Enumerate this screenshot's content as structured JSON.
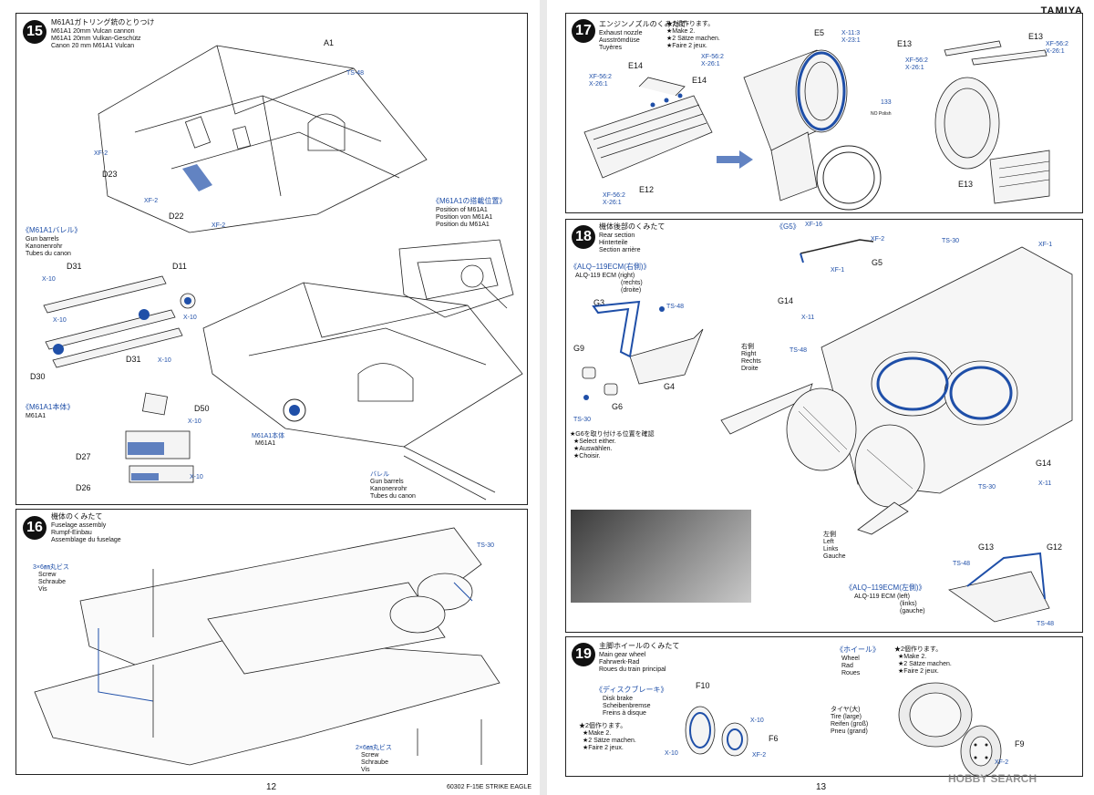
{
  "header": {
    "brand": "TAMIYA"
  },
  "footer": {
    "page_left": "12",
    "page_right": "13",
    "model_code": "60302 F-15E STRIKE EAGLE",
    "watermark": "HOBBY SEARCH"
  },
  "colors": {
    "paint_blue": "#1f4fa8",
    "frame": "#222222"
  },
  "step15": {
    "num": "15",
    "title": "M61A1ガトリング銃のとりつけ",
    "lines": [
      "M61A1 20mm Vulcan cannon",
      "M61A1 20mm Vulkan-Geschütz",
      "Canon 20 mm M61A1 Vulcan"
    ],
    "parts": [
      "A1",
      "D23",
      "D22"
    ],
    "paint": [
      "TS-48",
      "XF-2",
      "XF-2",
      "XF-2"
    ],
    "position_head": "《M61A1の搭載位置》",
    "position_lines": [
      "Position of M61A1",
      "Position von M61A1",
      "Position du M61A1"
    ],
    "barrel_head": "《M61A1バレル》",
    "barrel_lines": [
      "Gun barrels",
      "Kanonenrohr",
      "Tubes du canon"
    ],
    "barrel_parts": [
      "D31",
      "D11",
      "D31",
      "D30"
    ],
    "barrel_paint": [
      "X-10",
      "X-10",
      "X-10",
      "X-10"
    ],
    "body_head": "《M61A1本体》",
    "body_lines": [
      "M61A1"
    ],
    "body_parts": [
      "D50",
      "D27",
      "D26"
    ],
    "body_paint": [
      "X-10",
      "X-10"
    ],
    "callout1_head": "M61A1本体",
    "callout1_lines": [
      "M61A1"
    ],
    "callout2_head": "バレル",
    "callout2_lines": [
      "Gun barrels",
      "Kanonenrohr",
      "Tubes du canon"
    ]
  },
  "step16": {
    "num": "16",
    "title": "機体のくみたて",
    "lines": [
      "Fuselage assembly",
      "Rumpf-Einbau",
      "Assemblage du fuselage"
    ],
    "screw_head": "3×6㎜丸ビス",
    "screw_lines": [
      "Screw",
      "Schraube",
      "Vis"
    ],
    "screw2_head": "2×6㎜丸ビス",
    "screw2_lines": [
      "Screw",
      "Schraube",
      "Vis"
    ],
    "paint": "TS-30"
  },
  "step17": {
    "num": "17",
    "title": "エンジンノズルのくみたて",
    "lines": [
      "Exhaust nozzle",
      "Ausströmdüse",
      "Tuyères"
    ],
    "make_head": "★2組作ります。",
    "make_lines": [
      "★Make 2.",
      "★2 Sätze machen.",
      "★Faire 2 jeux."
    ],
    "parts": [
      "E14",
      "E14",
      "E12",
      "E5",
      "E13",
      "E13",
      "E13"
    ],
    "mix1": [
      "XF-56:2",
      "X-26:1"
    ],
    "mix2": [
      "XF-56:2",
      "X-26:1"
    ],
    "mix3": [
      "XF-56:2",
      "X-26:1"
    ],
    "mix4": [
      "X-11:3",
      "X-23:1"
    ],
    "mix5": [
      "XF-56:2",
      "X-26:1"
    ],
    "mix6": [
      "XF-56:2",
      "X-26:1"
    ],
    "nopolish": "NO Polish",
    "num133": "133"
  },
  "step18": {
    "num": "18",
    "title": "機体後部のくみたて",
    "lines": [
      "Rear section",
      "Hinterteile",
      "Section arrière"
    ],
    "g5_head": "《G5》",
    "alq_right_head": "《ALQ−119ECM(右側)》",
    "alq_right_lines": [
      "ALQ-119 ECM (right)",
      "(rechts)",
      "(droite)"
    ],
    "alq_left_head": "《ALQ−119ECM(左側)》",
    "alq_left_lines": [
      "ALQ-119 ECM (left)",
      "(links)",
      "(gauche)"
    ],
    "parts": [
      "G3",
      "G9",
      "G6",
      "G4",
      "G5",
      "G14",
      "G14",
      "G13",
      "G12"
    ],
    "paint": [
      "XF-16",
      "XF-2",
      "XF-1",
      "TS-30",
      "XF-1",
      "TS-48",
      "X-11",
      "TS-30",
      "TS-48",
      "X-11",
      "TS-30",
      "TS-48",
      "TS-48"
    ],
    "select_head": "★G6を取り付ける位置を確認",
    "select_lines": [
      "★Select either.",
      "★Auswählen.",
      "★Choisir."
    ],
    "right_label": [
      "右側",
      "Right",
      "Rechts",
      "Droite"
    ],
    "left_label": [
      "左側",
      "Left",
      "Links",
      "Gauche"
    ]
  },
  "step19": {
    "num": "19",
    "title": "主脚ホイールのくみたて",
    "lines": [
      "Main gear wheel",
      "Fahrwerk-Rad",
      "Roues du train principal"
    ],
    "brake_head": "《ディスクブレーキ》",
    "brake_lines": [
      "Disk brake",
      "Scheibenbremse",
      "Freins à disque"
    ],
    "make_head": "★2個作ります。",
    "make_lines": [
      "★Make 2.",
      "★2 Sätze machen.",
      "★Faire 2 jeux."
    ],
    "wheel_head": "《ホイール》",
    "wheel_lines": [
      "Wheel",
      "Rad",
      "Roues"
    ],
    "tire_head": "タイヤ(大)",
    "tire_lines": [
      "Tire (large)",
      "Reifen (groß)",
      "Pneu (grand)"
    ],
    "parts": [
      "F10",
      "F6",
      "F9"
    ],
    "paint": [
      "X-10",
      "X-10",
      "XF-2",
      "XF-2"
    ]
  }
}
